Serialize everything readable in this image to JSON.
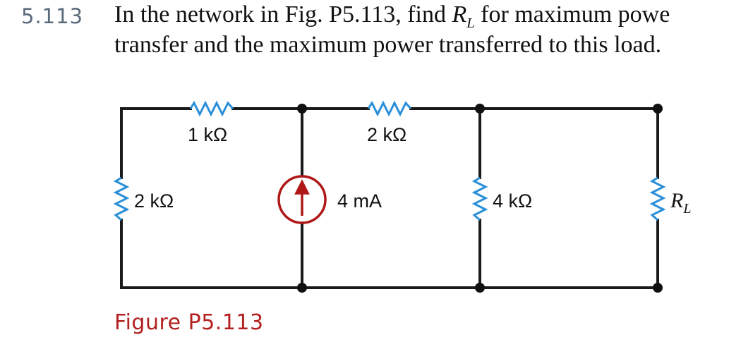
{
  "problem": {
    "number": "5.113",
    "line1_pre": "In the network in Fig. P5.113, find ",
    "symbol_R": "R",
    "symbol_sub": "L",
    "line1_post": " for maximum powe",
    "line2": "transfer and the maximum power transferred to this load."
  },
  "circuit": {
    "r_top_left_label": "1 kΩ",
    "r_top_mid_label": "2 kΩ",
    "r_left_label": "2 kΩ",
    "source_label": "4 mA",
    "r_mid_right_label": "4 kΩ",
    "rl_label_main": "R",
    "rl_label_sub": "L"
  },
  "caption": "Figure P5.113",
  "colors": {
    "resistor": "#2a8fd8",
    "source": "#b01818",
    "caption": "#b32020",
    "problem_number": "#5a6a7a"
  }
}
